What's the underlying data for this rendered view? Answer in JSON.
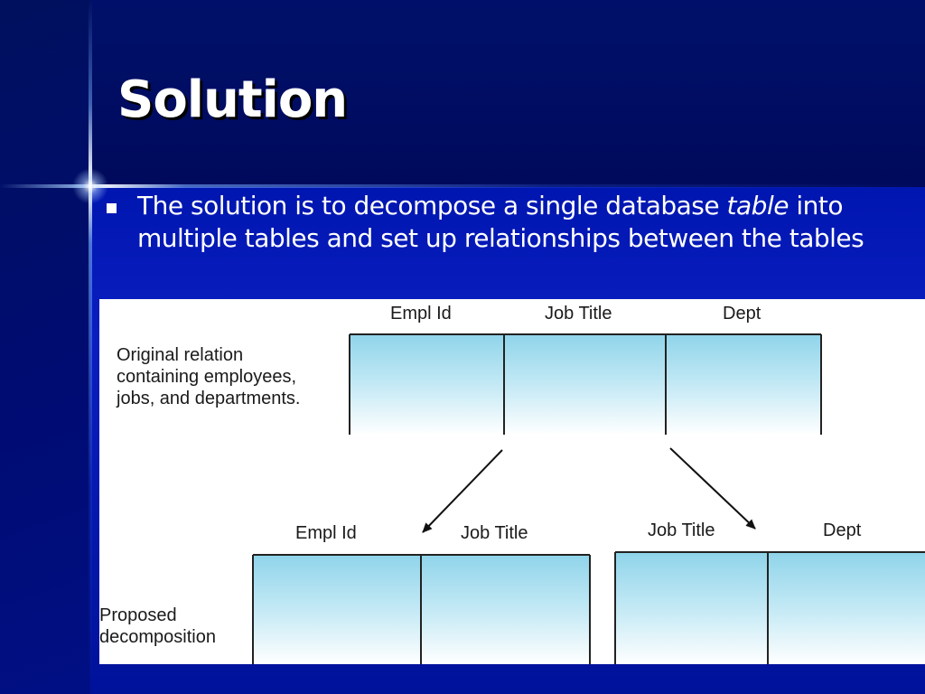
{
  "title": "Solution",
  "bullet": {
    "part1": "The solution is to decompose a single database ",
    "italic": "table",
    "part2": " into multiple tables and set up relationships between the tables"
  },
  "figure": {
    "original": {
      "description": "Original relation\ncontaining employees,\njobs, and departments.",
      "columns": [
        "Empl Id",
        "Job Title",
        "Dept"
      ]
    },
    "proposed": {
      "description": "Proposed\ndecomposition",
      "left_columns": [
        "Empl Id",
        "Job Title"
      ],
      "right_columns": [
        "Job Title",
        "Dept"
      ]
    }
  },
  "colors": {
    "background": "#000c72",
    "title_text": "#ffffff",
    "cell_top": "#8fd4ea"
  }
}
